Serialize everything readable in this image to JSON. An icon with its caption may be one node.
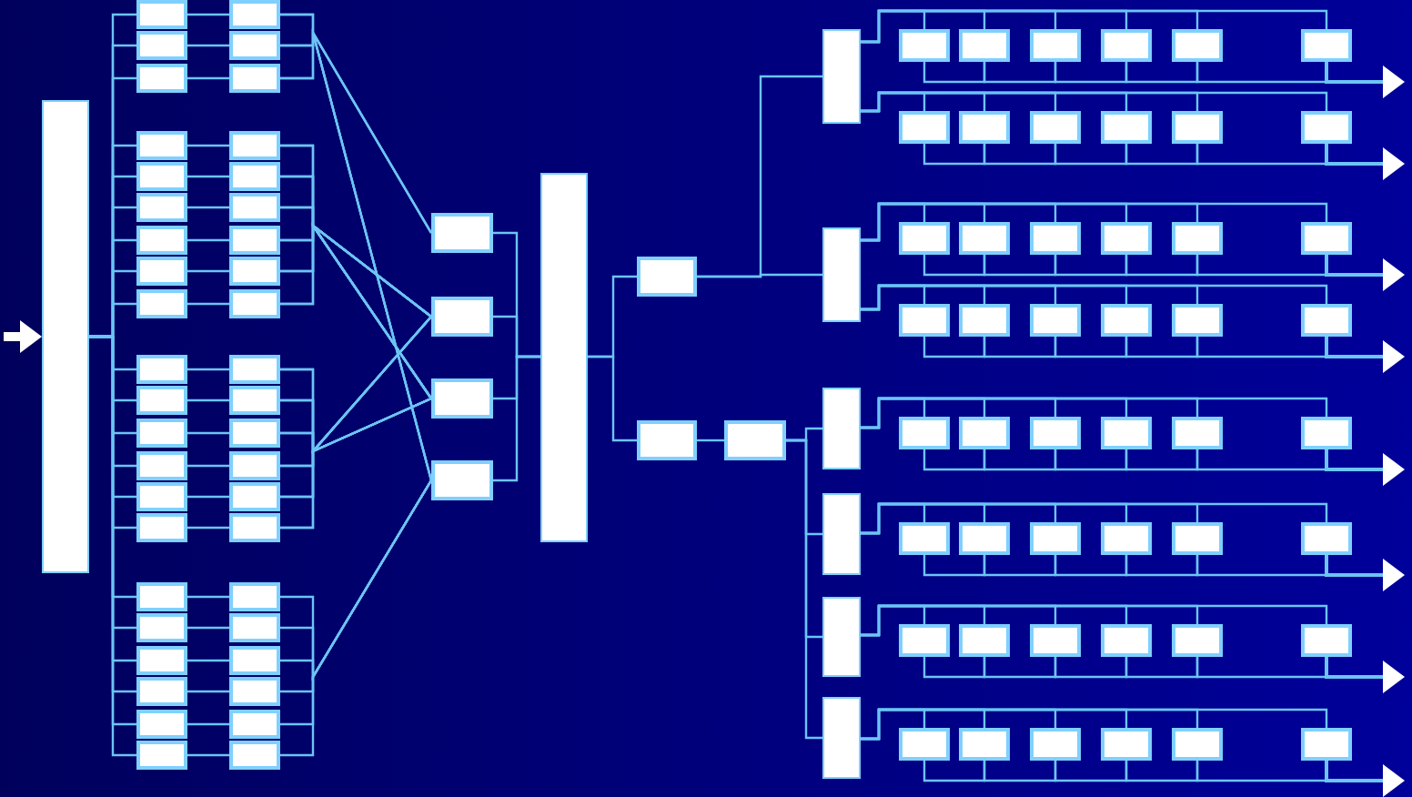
{
  "diagram": {
    "nodes": [
      {
        "text": [],
        "shape": "bar"
      },
      {
        "text": [],
        "shape": "box"
      },
      {
        "text": [],
        "shape": "box"
      },
      {
        "text": [],
        "shape": "box"
      },
      {
        "text": [],
        "shape": "box"
      },
      {
        "text": [],
        "shape": "box"
      },
      {
        "text": [],
        "shape": "box"
      },
      {
        "text": [],
        "shape": "box"
      },
      {
        "text": [],
        "shape": "box"
      },
      {
        "text": [],
        "shape": "box"
      },
      {
        "text": [],
        "shape": "box"
      },
      {
        "text": [],
        "shape": "box"
      },
      {
        "text": [],
        "shape": "box"
      },
      {
        "text": [],
        "shape": "box"
      },
      {
        "text": [],
        "shape": "box"
      },
      {
        "text": [],
        "shape": "box"
      },
      {
        "text": [],
        "shape": "box"
      },
      {
        "text": [],
        "shape": "box"
      },
      {
        "text": [],
        "shape": "box"
      },
      {
        "text": [],
        "shape": "box"
      },
      {
        "text": [],
        "shape": "box"
      },
      {
        "text": [],
        "shape": "box"
      },
      {
        "text": [],
        "shape": "box"
      },
      {
        "text": [],
        "shape": "box"
      },
      {
        "text": [],
        "shape": "box"
      },
      {
        "text": [],
        "shape": "box"
      },
      {
        "text": [],
        "shape": "box"
      },
      {
        "text": [],
        "shape": "box"
      },
      {
        "text": [],
        "shape": "box"
      },
      {
        "text": [],
        "shape": "box"
      },
      {
        "text": [],
        "shape": "box"
      },
      {
        "text": [],
        "shape": "box"
      },
      {
        "text": [],
        "shape": "box"
      },
      {
        "text": [],
        "shape": "box"
      },
      {
        "text": [],
        "shape": "box"
      },
      {
        "text": [],
        "shape": "box"
      },
      {
        "text": [],
        "shape": "box"
      },
      {
        "text": [],
        "shape": "box"
      },
      {
        "text": [],
        "shape": "box"
      },
      {
        "text": [],
        "shape": "box"
      },
      {
        "text": [],
        "shape": "box"
      },
      {
        "text": [],
        "shape": "box"
      },
      {
        "text": [],
        "shape": "box"
      },
      {
        "text": [],
        "shape": "box"
      },
      {
        "text": [],
        "shape": "box"
      },
      {
        "text": [],
        "shape": "box"
      },
      {
        "text": [],
        "shape": "box"
      },
      {
        "text": [],
        "shape": "bar"
      },
      {
        "text": [],
        "shape": "box"
      },
      {
        "text": [],
        "shape": "box"
      },
      {
        "text": [],
        "shape": "box"
      },
      {
        "text": [],
        "shape": "bar"
      },
      {
        "text": [],
        "shape": "bar"
      },
      {
        "text": [],
        "shape": "bar"
      },
      {
        "text": [],
        "shape": "bar"
      },
      {
        "text": [],
        "shape": "bar"
      },
      {
        "text": [],
        "shape": "bar"
      },
      {
        "text": [],
        "shape": "box"
      },
      {
        "text": [],
        "shape": "box"
      },
      {
        "text": [],
        "shape": "box"
      },
      {
        "text": [],
        "shape": "box"
      },
      {
        "text": [],
        "shape": "box"
      },
      {
        "text": [],
        "shape": "box"
      },
      {
        "text": [],
        "shape": "box"
      },
      {
        "text": [],
        "shape": "box"
      },
      {
        "text": [],
        "shape": "box"
      },
      {
        "text": [],
        "shape": "box"
      },
      {
        "text": [],
        "shape": "box"
      },
      {
        "text": [],
        "shape": "box"
      },
      {
        "text": [],
        "shape": "box"
      },
      {
        "text": [],
        "shape": "box"
      },
      {
        "text": [],
        "shape": "box"
      },
      {
        "text": [],
        "shape": "box"
      },
      {
        "text": [],
        "shape": "box"
      },
      {
        "text": [],
        "shape": "box"
      },
      {
        "text": [],
        "shape": "box"
      },
      {
        "text": [],
        "shape": "box"
      },
      {
        "text": [],
        "shape": "box"
      },
      {
        "text": [],
        "shape": "box"
      },
      {
        "text": [],
        "shape": "box"
      },
      {
        "text": [],
        "shape": "box"
      },
      {
        "text": [],
        "shape": "box"
      },
      {
        "text": [],
        "shape": "box"
      },
      {
        "text": [],
        "shape": "box"
      },
      {
        "text": [],
        "shape": "box"
      },
      {
        "text": [],
        "shape": "box"
      },
      {
        "text": [],
        "shape": "box"
      },
      {
        "text": [],
        "shape": "box"
      },
      {
        "text": [],
        "shape": "box"
      },
      {
        "text": [],
        "shape": "box"
      },
      {
        "text": [],
        "shape": "box"
      },
      {
        "text": [],
        "shape": "box"
      },
      {
        "text": [],
        "shape": "box"
      },
      {
        "text": [],
        "shape": "box"
      },
      {
        "text": [],
        "shape": "box"
      },
      {
        "text": [],
        "shape": "box"
      },
      {
        "text": [],
        "shape": "box"
      },
      {
        "text": [],
        "shape": "box"
      },
      {
        "text": [],
        "shape": "box"
      },
      {
        "text": [],
        "shape": "box"
      },
      {
        "text": [],
        "shape": "box"
      },
      {
        "text": [],
        "shape": "box"
      },
      {
        "text": [],
        "shape": "box"
      },
      {
        "text": [],
        "shape": "box"
      },
      {
        "text": [],
        "shape": "box"
      }
    ],
    "edges": [
      {
        "from": null,
        "to": 0,
        "arrow": "to",
        "style": "thick",
        "color": "#ffffff"
      },
      {
        "from": 0,
        "to": 1,
        "arrow": "none"
      },
      {
        "from": 0,
        "to": 3,
        "arrow": "none"
      },
      {
        "from": 0,
        "to": 5,
        "arrow": "none"
      },
      {
        "from": 0,
        "to": 7,
        "arrow": "none"
      },
      {
        "from": 0,
        "to": 9,
        "arrow": "none"
      },
      {
        "from": 0,
        "to": 11,
        "arrow": "none"
      },
      {
        "from": 0,
        "to": 13,
        "arrow": "none"
      },
      {
        "from": 0,
        "to": 15,
        "arrow": "none"
      },
      {
        "from": 0,
        "to": 17,
        "arrow": "none"
      },
      {
        "from": 0,
        "to": 19,
        "arrow": "none"
      },
      {
        "from": 0,
        "to": 21,
        "arrow": "none"
      },
      {
        "from": 0,
        "to": 23,
        "arrow": "none"
      },
      {
        "from": 0,
        "to": 25,
        "arrow": "none"
      },
      {
        "from": 0,
        "to": 27,
        "arrow": "none"
      },
      {
        "from": 0,
        "to": 29,
        "arrow": "none"
      },
      {
        "from": 0,
        "to": 31,
        "arrow": "none"
      },
      {
        "from": 0,
        "to": 33,
        "arrow": "none"
      },
      {
        "from": 0,
        "to": 35,
        "arrow": "none"
      },
      {
        "from": 0,
        "to": 37,
        "arrow": "none"
      },
      {
        "from": 0,
        "to": 39,
        "arrow": "none"
      },
      {
        "from": 0,
        "to": 41,
        "arrow": "none"
      },
      {
        "from": 1,
        "to": 2,
        "arrow": "none"
      },
      {
        "from": 3,
        "to": 4,
        "arrow": "none"
      },
      {
        "from": 5,
        "to": 6,
        "arrow": "none"
      },
      {
        "from": 7,
        "to": 8,
        "arrow": "none"
      },
      {
        "from": 9,
        "to": 10,
        "arrow": "none"
      },
      {
        "from": 11,
        "to": 12,
        "arrow": "none"
      },
      {
        "from": 13,
        "to": 14,
        "arrow": "none"
      },
      {
        "from": 15,
        "to": 16,
        "arrow": "none"
      },
      {
        "from": 17,
        "to": 18,
        "arrow": "none"
      },
      {
        "from": 19,
        "to": 20,
        "arrow": "none"
      },
      {
        "from": 21,
        "to": 22,
        "arrow": "none"
      },
      {
        "from": 23,
        "to": 24,
        "arrow": "none"
      },
      {
        "from": 25,
        "to": 26,
        "arrow": "none"
      },
      {
        "from": 27,
        "to": 28,
        "arrow": "none"
      },
      {
        "from": 29,
        "to": 30,
        "arrow": "none"
      },
      {
        "from": 31,
        "to": 32,
        "arrow": "none"
      },
      {
        "from": 33,
        "to": 34,
        "arrow": "none"
      },
      {
        "from": 35,
        "to": 36,
        "arrow": "none"
      },
      {
        "from": 37,
        "to": 38,
        "arrow": "none"
      },
      {
        "from": 39,
        "to": 40,
        "arrow": "none"
      },
      {
        "from": 41,
        "to": 42,
        "arrow": "none"
      },
      {
        "from": 2,
        "to": 43,
        "arrow": "none"
      },
      {
        "from": 4,
        "to": 43,
        "arrow": "none"
      },
      {
        "from": 6,
        "to": 43,
        "arrow": "none"
      },
      {
        "from": 2,
        "to": 46,
        "arrow": "none"
      },
      {
        "from": 4,
        "to": 46,
        "arrow": "none"
      },
      {
        "from": 6,
        "to": 46,
        "arrow": "none"
      },
      {
        "from": 8,
        "to": 44,
        "arrow": "none"
      },
      {
        "from": 10,
        "to": 44,
        "arrow": "none"
      },
      {
        "from": 12,
        "to": 44,
        "arrow": "none"
      },
      {
        "from": 14,
        "to": 44,
        "arrow": "none"
      },
      {
        "from": 16,
        "to": 44,
        "arrow": "none"
      },
      {
        "from": 18,
        "to": 44,
        "arrow": "none"
      },
      {
        "from": 8,
        "to": 45,
        "arrow": "none"
      },
      {
        "from": 10,
        "to": 45,
        "arrow": "none"
      },
      {
        "from": 12,
        "to": 45,
        "arrow": "none"
      },
      {
        "from": 14,
        "to": 45,
        "arrow": "none"
      },
      {
        "from": 16,
        "to": 45,
        "arrow": "none"
      },
      {
        "from": 18,
        "to": 45,
        "arrow": "none"
      },
      {
        "from": 20,
        "to": 44,
        "arrow": "none"
      },
      {
        "from": 22,
        "to": 44,
        "arrow": "none"
      },
      {
        "from": 24,
        "to": 44,
        "arrow": "none"
      },
      {
        "from": 26,
        "to": 44,
        "arrow": "none"
      },
      {
        "from": 28,
        "to": 44,
        "arrow": "none"
      },
      {
        "from": 30,
        "to": 44,
        "arrow": "none"
      },
      {
        "from": 20,
        "to": 45,
        "arrow": "none"
      },
      {
        "from": 22,
        "to": 45,
        "arrow": "none"
      },
      {
        "from": 24,
        "to": 45,
        "arrow": "none"
      },
      {
        "from": 26,
        "to": 45,
        "arrow": "none"
      },
      {
        "from": 28,
        "to": 45,
        "arrow": "none"
      },
      {
        "from": 30,
        "to": 45,
        "arrow": "none"
      },
      {
        "from": 32,
        "to": 46,
        "arrow": "none"
      },
      {
        "from": 34,
        "to": 46,
        "arrow": "none"
      },
      {
        "from": 36,
        "to": 46,
        "arrow": "none"
      },
      {
        "from": 38,
        "to": 46,
        "arrow": "none"
      },
      {
        "from": 40,
        "to": 46,
        "arrow": "none"
      },
      {
        "from": 42,
        "to": 46,
        "arrow": "none"
      },
      {
        "from": 43,
        "to": 47,
        "arrow": "none"
      },
      {
        "from": 44,
        "to": 47,
        "arrow": "none"
      },
      {
        "from": 45,
        "to": 47,
        "arrow": "none"
      },
      {
        "from": 46,
        "to": 47,
        "arrow": "none"
      },
      {
        "from": 47,
        "to": 48,
        "arrow": "none"
      },
      {
        "from": 47,
        "to": 49,
        "arrow": "none"
      },
      {
        "from": 49,
        "to": 50,
        "arrow": "none"
      },
      {
        "from": 48,
        "to": 51,
        "arrow": "none"
      },
      {
        "from": 48,
        "to": 52,
        "arrow": "none"
      },
      {
        "from": 50,
        "to": 53,
        "arrow": "none"
      },
      {
        "from": 50,
        "to": 54,
        "arrow": "none"
      },
      {
        "from": 50,
        "to": 55,
        "arrow": "none"
      },
      {
        "from": 50,
        "to": 56,
        "arrow": "none"
      },
      {
        "from": 51,
        "to": 57,
        "arrow": "none"
      },
      {
        "from": 51,
        "to": 58,
        "arrow": "none"
      },
      {
        "from": 51,
        "to": 59,
        "arrow": "none"
      },
      {
        "from": 51,
        "to": 60,
        "arrow": "none"
      },
      {
        "from": 51,
        "to": 61,
        "arrow": "none"
      },
      {
        "from": 51,
        "to": 62,
        "arrow": "none"
      },
      {
        "from": 51,
        "to": 63,
        "arrow": "none"
      },
      {
        "from": 51,
        "to": 64,
        "arrow": "none"
      },
      {
        "from": 51,
        "to": 65,
        "arrow": "none"
      },
      {
        "from": 51,
        "to": 66,
        "arrow": "none"
      },
      {
        "from": 51,
        "to": 67,
        "arrow": "none"
      },
      {
        "from": 51,
        "to": 68,
        "arrow": "none"
      },
      {
        "from": 52,
        "to": 69,
        "arrow": "none"
      },
      {
        "from": 52,
        "to": 70,
        "arrow": "none"
      },
      {
        "from": 52,
        "to": 71,
        "arrow": "none"
      },
      {
        "from": 52,
        "to": 72,
        "arrow": "none"
      },
      {
        "from": 52,
        "to": 73,
        "arrow": "none"
      },
      {
        "from": 52,
        "to": 74,
        "arrow": "none"
      },
      {
        "from": 52,
        "to": 75,
        "arrow": "none"
      },
      {
        "from": 52,
        "to": 76,
        "arrow": "none"
      },
      {
        "from": 52,
        "to": 77,
        "arrow": "none"
      },
      {
        "from": 52,
        "to": 78,
        "arrow": "none"
      },
      {
        "from": 52,
        "to": 79,
        "arrow": "none"
      },
      {
        "from": 52,
        "to": 80,
        "arrow": "none"
      },
      {
        "from": 53,
        "to": 81,
        "arrow": "none"
      },
      {
        "from": 53,
        "to": 82,
        "arrow": "none"
      },
      {
        "from": 53,
        "to": 83,
        "arrow": "none"
      },
      {
        "from": 53,
        "to": 84,
        "arrow": "none"
      },
      {
        "from": 53,
        "to": 85,
        "arrow": "none"
      },
      {
        "from": 53,
        "to": 86,
        "arrow": "none"
      },
      {
        "from": 54,
        "to": 87,
        "arrow": "none"
      },
      {
        "from": 54,
        "to": 88,
        "arrow": "none"
      },
      {
        "from": 54,
        "to": 89,
        "arrow": "none"
      },
      {
        "from": 54,
        "to": 90,
        "arrow": "none"
      },
      {
        "from": 54,
        "to": 91,
        "arrow": "none"
      },
      {
        "from": 54,
        "to": 92,
        "arrow": "none"
      },
      {
        "from": 55,
        "to": 93,
        "arrow": "none"
      },
      {
        "from": 55,
        "to": 94,
        "arrow": "none"
      },
      {
        "from": 55,
        "to": 95,
        "arrow": "none"
      },
      {
        "from": 55,
        "to": 96,
        "arrow": "none"
      },
      {
        "from": 55,
        "to": 97,
        "arrow": "none"
      },
      {
        "from": 55,
        "to": 98,
        "arrow": "none"
      },
      {
        "from": 56,
        "to": 99,
        "arrow": "none"
      },
      {
        "from": 56,
        "to": 100,
        "arrow": "none"
      },
      {
        "from": 56,
        "to": 101,
        "arrow": "none"
      },
      {
        "from": 56,
        "to": 102,
        "arrow": "none"
      },
      {
        "from": 56,
        "to": 103,
        "arrow": "none"
      },
      {
        "from": 56,
        "to": 104,
        "arrow": "none"
      },
      {
        "from": 57,
        "to": 58,
        "arrow": "none"
      },
      {
        "from": 58,
        "to": 59,
        "arrow": "none"
      },
      {
        "from": 59,
        "to": 60,
        "arrow": "none"
      },
      {
        "from": 60,
        "to": 61,
        "arrow": "none"
      },
      {
        "from": 61,
        "to": 62,
        "arrow": "none"
      },
      {
        "from": 62,
        "to": null,
        "arrow": "to"
      },
      {
        "from": 63,
        "to": 64,
        "arrow": "none"
      },
      {
        "from": 64,
        "to": 65,
        "arrow": "none"
      },
      {
        "from": 65,
        "to": 66,
        "arrow": "none"
      },
      {
        "from": 66,
        "to": 67,
        "arrow": "none"
      },
      {
        "from": 67,
        "to": 68,
        "arrow": "none"
      },
      {
        "from": 68,
        "to": null,
        "arrow": "to"
      },
      {
        "from": 69,
        "to": 70,
        "arrow": "none"
      },
      {
        "from": 70,
        "to": 71,
        "arrow": "none"
      },
      {
        "from": 71,
        "to": 72,
        "arrow": "none"
      },
      {
        "from": 72,
        "to": 73,
        "arrow": "none"
      },
      {
        "from": 73,
        "to": 74,
        "arrow": "none"
      },
      {
        "from": 74,
        "to": null,
        "arrow": "to"
      },
      {
        "from": 75,
        "to": 76,
        "arrow": "none"
      },
      {
        "from": 76,
        "to": 77,
        "arrow": "none"
      },
      {
        "from": 77,
        "to": 78,
        "arrow": "none"
      },
      {
        "from": 78,
        "to": 79,
        "arrow": "none"
      },
      {
        "from": 79,
        "to": 80,
        "arrow": "none"
      },
      {
        "from": 80,
        "to": null,
        "arrow": "to"
      },
      {
        "from": 81,
        "to": 82,
        "arrow": "none"
      },
      {
        "from": 82,
        "to": 83,
        "arrow": "none"
      },
      {
        "from": 83,
        "to": 84,
        "arrow": "none"
      },
      {
        "from": 84,
        "to": 85,
        "arrow": "none"
      },
      {
        "from": 85,
        "to": 86,
        "arrow": "none"
      },
      {
        "from": 86,
        "to": null,
        "arrow": "to"
      },
      {
        "from": 87,
        "to": 88,
        "arrow": "none"
      },
      {
        "from": 88,
        "to": 89,
        "arrow": "none"
      },
      {
        "from": 89,
        "to": 90,
        "arrow": "none"
      },
      {
        "from": 90,
        "to": 91,
        "arrow": "none"
      },
      {
        "from": 91,
        "to": 92,
        "arrow": "none"
      },
      {
        "from": 92,
        "to": null,
        "arrow": "to"
      },
      {
        "from": 93,
        "to": 94,
        "arrow": "none"
      },
      {
        "from": 94,
        "to": 95,
        "arrow": "none"
      },
      {
        "from": 95,
        "to": 96,
        "arrow": "none"
      },
      {
        "from": 96,
        "to": 97,
        "arrow": "none"
      },
      {
        "from": 97,
        "to": 98,
        "arrow": "none"
      },
      {
        "from": 98,
        "to": null,
        "arrow": "to"
      },
      {
        "from": 99,
        "to": 100,
        "arrow": "none"
      },
      {
        "from": 100,
        "to": 101,
        "arrow": "none"
      },
      {
        "from": 101,
        "to": 102,
        "arrow": "none"
      },
      {
        "from": 102,
        "to": 103,
        "arrow": "none"
      },
      {
        "from": 103,
        "to": 104,
        "arrow": "none"
      },
      {
        "from": 104,
        "to": null,
        "arrow": "to"
      }
    ]
  }
}
